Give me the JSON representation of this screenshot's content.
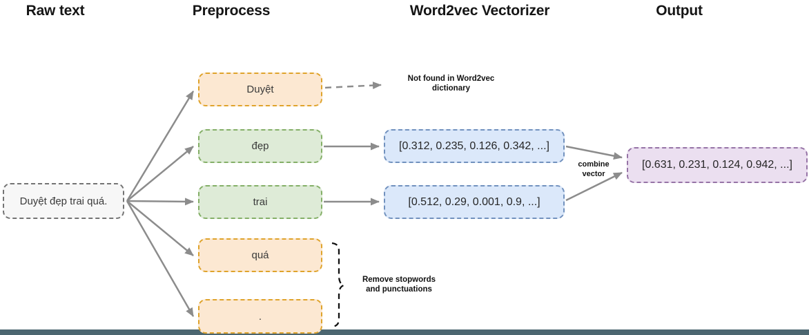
{
  "headers": {
    "raw_text": "Raw text",
    "preprocess": "Preprocess",
    "vectorizer": "Word2vec Vectorizer",
    "output": "Output"
  },
  "nodes": {
    "raw_sentence": {
      "label": "Duyệt đẹp trai quá.",
      "fill": "#f7f7f7",
      "border": "#737373"
    },
    "token_duyet": {
      "label": "Duyệt",
      "fill": "#fce8d2",
      "border": "#dfa32b"
    },
    "token_dep": {
      "label": "đẹp",
      "fill": "#deebd7",
      "border": "#84af67"
    },
    "token_trai": {
      "label": "trai",
      "fill": "#deebd7",
      "border": "#84af67"
    },
    "token_qua": {
      "label": "quá",
      "fill": "#fce8d2",
      "border": "#dfa32b"
    },
    "token_period": {
      "label": ".",
      "fill": "#fce8d2",
      "border": "#dfa32b"
    },
    "vector_dep": {
      "label": "[0.312, 0.235, 0.126, 0.342, ...]",
      "fill": "#dbe8fa",
      "border": "#7191be"
    },
    "vector_trai": {
      "label": "[0.512, 0.29, 0.001, 0.9, ...]",
      "fill": "#dbe8fa",
      "border": "#7191be"
    },
    "output_vector": {
      "label": "[0.631, 0.231, 0.124, 0.942, ...]",
      "fill": "#ebdff0",
      "border": "#9673a6"
    }
  },
  "annotations": {
    "not_found": "Not found in Word2vec\ndictionary",
    "combine_vector": "combine\nvector",
    "remove_stopwords": "Remove stopwords\nand punctuations"
  },
  "edges": [
    {
      "from": "raw_sentence",
      "to": "token_duyet",
      "style": "solid"
    },
    {
      "from": "raw_sentence",
      "to": "token_dep",
      "style": "solid"
    },
    {
      "from": "raw_sentence",
      "to": "token_trai",
      "style": "solid"
    },
    {
      "from": "raw_sentence",
      "to": "token_qua",
      "style": "solid"
    },
    {
      "from": "raw_sentence",
      "to": "token_period",
      "style": "solid"
    },
    {
      "from": "token_duyet",
      "to": "not_found_note",
      "style": "dashed"
    },
    {
      "from": "token_dep",
      "to": "vector_dep",
      "style": "solid"
    },
    {
      "from": "token_trai",
      "to": "vector_trai",
      "style": "solid"
    },
    {
      "from": "vector_dep",
      "to": "output_vector",
      "style": "solid",
      "label": "combine vector"
    },
    {
      "from": "vector_trai",
      "to": "output_vector",
      "style": "solid",
      "label": "combine vector"
    },
    {
      "from": "token_qua and token_period",
      "to": "remove_stopwords_note",
      "style": "dashed-brace"
    }
  ],
  "colors": {
    "arrow": "#8c8c8c",
    "orange_fill": "#fce8d2",
    "orange_border": "#dfa32b",
    "green_fill": "#deebd7",
    "green_border": "#84af67",
    "blue_fill": "#dbe8fa",
    "blue_border": "#7191be",
    "purple_fill": "#ebdff0",
    "purple_border": "#9673a6",
    "raw_fill": "#f7f7f7",
    "raw_border": "#737373",
    "bottom_bar": "#4c6670",
    "text": "#151515"
  }
}
